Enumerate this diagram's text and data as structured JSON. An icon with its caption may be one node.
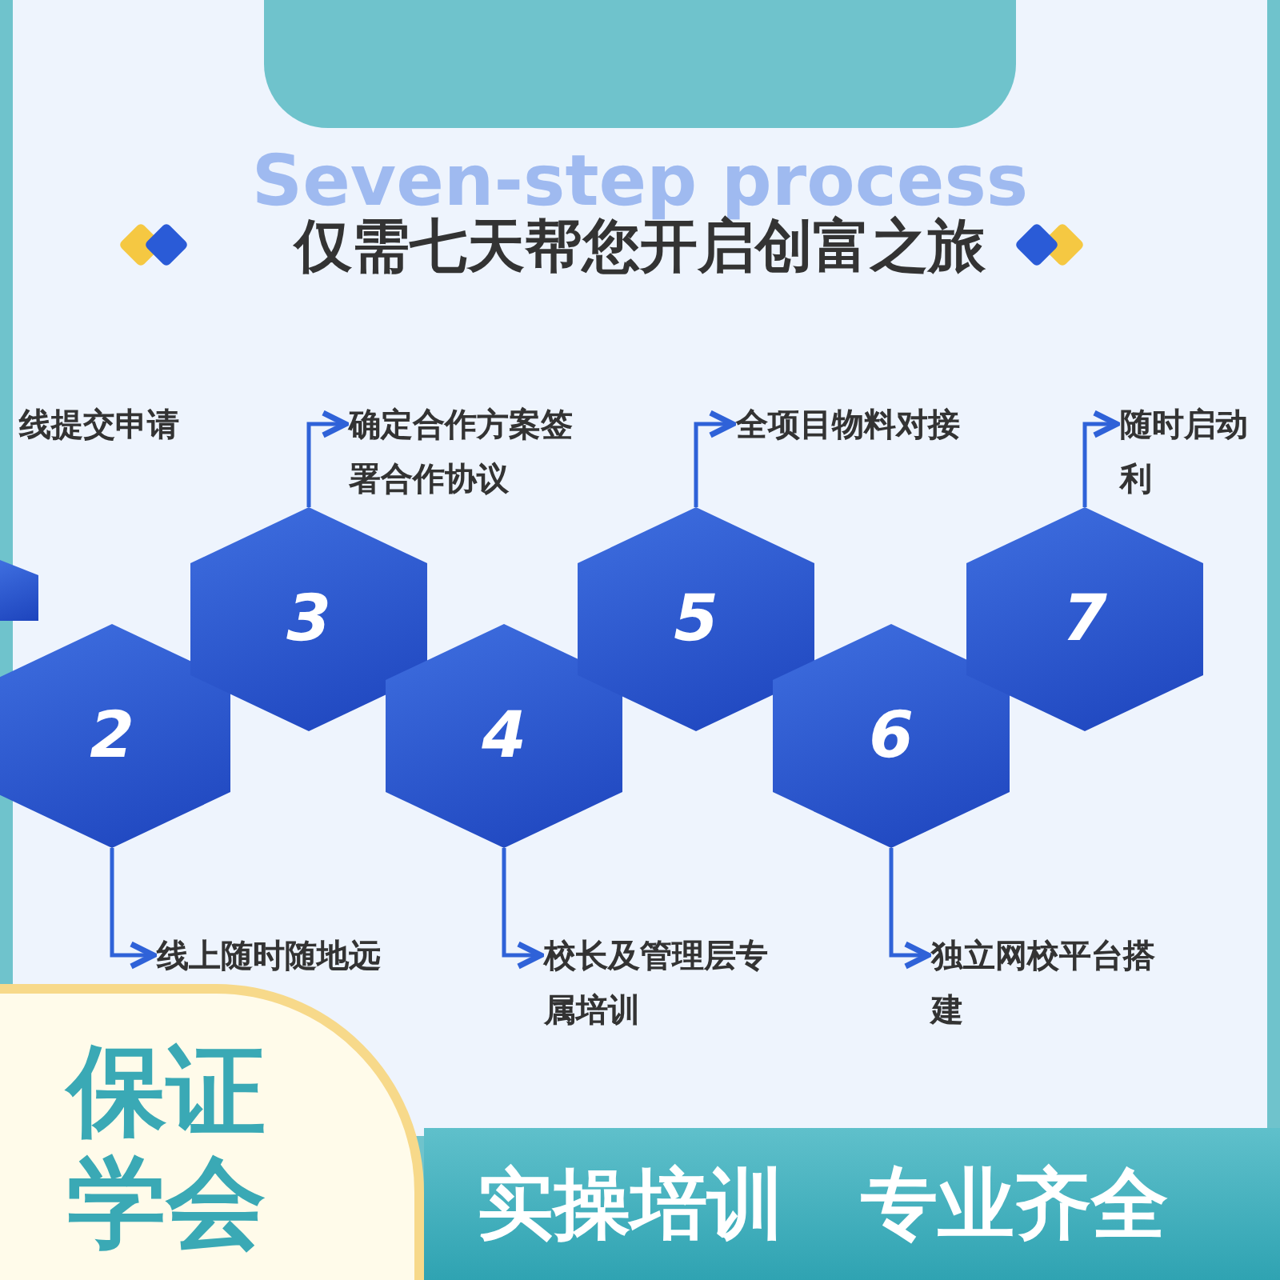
{
  "diagram": {
    "title": "仅需七天帮您开启创富之旅",
    "nodes": [
      {
        "text": [],
        "shape": "box"
      },
      {
        "text": [],
        "shape": "hexagon"
      },
      {
        "text": [
          "线提交申请"
        ]
      },
      {
        "text": [
          "2"
        ]
      },
      {
        "text": [
          "线上随时随地远"
        ]
      },
      {
        "text": [
          "3"
        ]
      },
      {
        "text": [
          "确定合作方案签署合作协议"
        ]
      },
      {
        "text": [
          "4"
        ]
      },
      {
        "text": [
          "校长及管理层专属培训"
        ]
      },
      {
        "text": [
          "5"
        ]
      },
      {
        "text": [
          "全项目物料对接"
        ]
      },
      {
        "text": [
          "6"
        ]
      },
      {
        "text": [
          "独立网校平台搭建"
        ]
      },
      {
        "text": [
          "7"
        ]
      },
      {
        "text": [
          "随时启动利"
        ]
      },
      {
        "text": [
          "保证学会"
        ]
      },
      {
        "text": [
          "实操培训",
          "专业齐全"
        ]
      }
    ],
    "edges": [
      {
        "from": 3,
        "to": 4,
        "arrow": "to"
      },
      {
        "from": 5,
        "to": 6,
        "arrow": "to"
      },
      {
        "from": 7,
        "to": 8,
        "arrow": "to"
      },
      {
        "from": 9,
        "to": 10,
        "arrow": "to"
      },
      {
        "from": 11,
        "to": 12,
        "arrow": "to"
      },
      {
        "from": 13,
        "to": 14,
        "arrow": "to"
      }
    ],
    "labels": [
      "Seven-step process"
    ]
  }
}
